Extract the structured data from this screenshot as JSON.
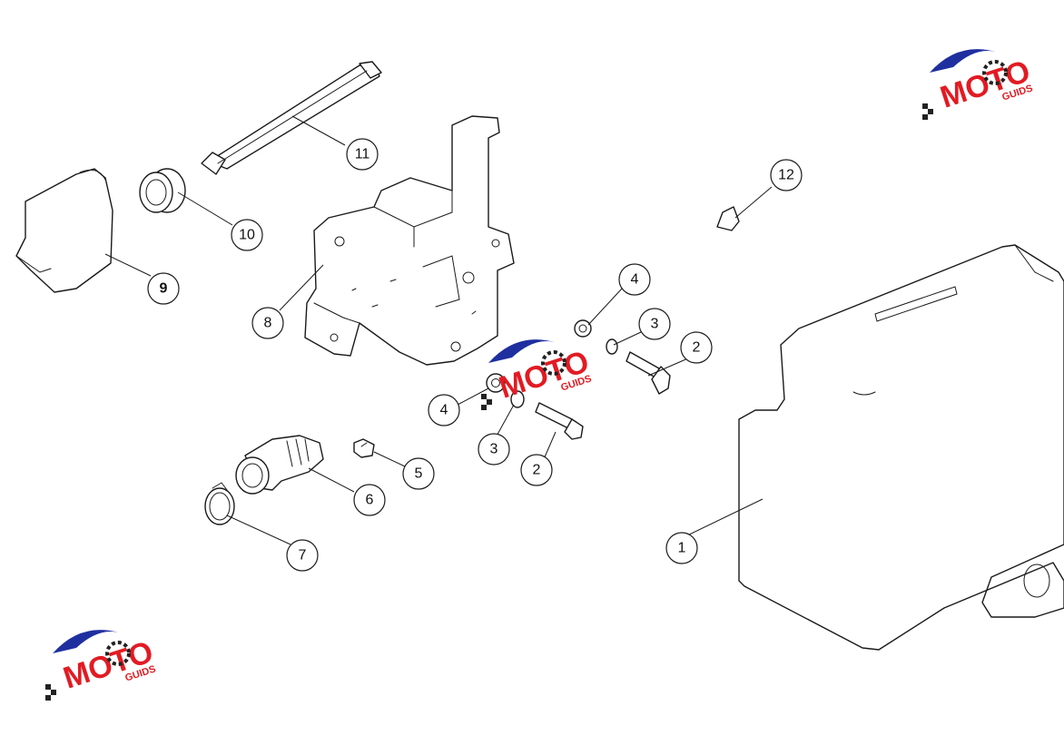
{
  "callouts": {
    "c1": "1",
    "c2a": "2",
    "c2b": "2",
    "c3a": "3",
    "c3b": "3",
    "c4a": "4",
    "c4b": "4",
    "c5": "5",
    "c6": "6",
    "c7": "7",
    "c8": "8",
    "c9": "9",
    "c10": "10",
    "c11": "11",
    "c12": "12"
  },
  "watermark": {
    "brand": "MOTO",
    "sub": "GUIDS",
    "colors": {
      "red": "#e21b23",
      "blue": "#1f2fa0",
      "dark": "#222222"
    }
  }
}
